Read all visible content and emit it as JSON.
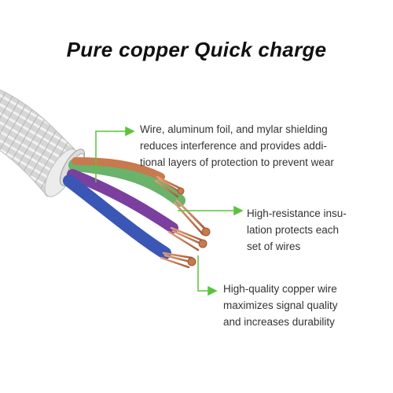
{
  "title": "Pure copper Quick charge",
  "colors": {
    "accent_green": "#5cc23d",
    "copper": "#c8794e",
    "braid": "#c9c9c9"
  },
  "callouts": [
    {
      "lines": [
        "Wire, aluminum foil, and mylar shielding",
        "reduces interference and provides addi-",
        "tional layers of protection to prevent wear"
      ]
    },
    {
      "lines": [
        "High-resistance insu-",
        "lation protects each",
        "set of wires"
      ]
    },
    {
      "lines": [
        "High-quality copper wire",
        "maximizes signal quality",
        "and increases durability"
      ]
    }
  ]
}
